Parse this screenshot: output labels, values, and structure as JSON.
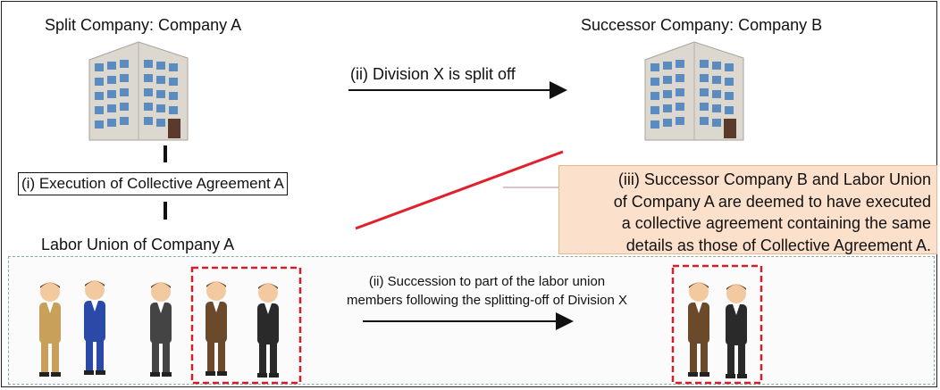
{
  "company_a": {
    "title": "Split Company: Company A"
  },
  "company_b": {
    "title": "Successor Company: Company B"
  },
  "split_arrow": {
    "label": "(ii) Division X is split off"
  },
  "agreement": {
    "label": "(i) Execution of Collective Agreement A"
  },
  "union": {
    "title": "Labor Union of Company A"
  },
  "deemed": {
    "line1": "(iii) Successor Company B and Labor Union",
    "line2": "of Company A are deemed to have executed",
    "line3": "a collective agreement containing the same",
    "line4": "details as those of Collective Agreement A."
  },
  "succession": {
    "line1": "(ii) Succession to part of the labor union",
    "line2": "members following the splitting-off of Division X"
  },
  "colors": {
    "deemed_box_fill": "#fbe0cc",
    "highlight_line": "#e0202a",
    "dashed_group": "#d0202a",
    "building": "#d9d6cf",
    "windows": "#5a88b8"
  },
  "icons": [
    "building-icon",
    "person-icon",
    "arrow-right-icon"
  ]
}
